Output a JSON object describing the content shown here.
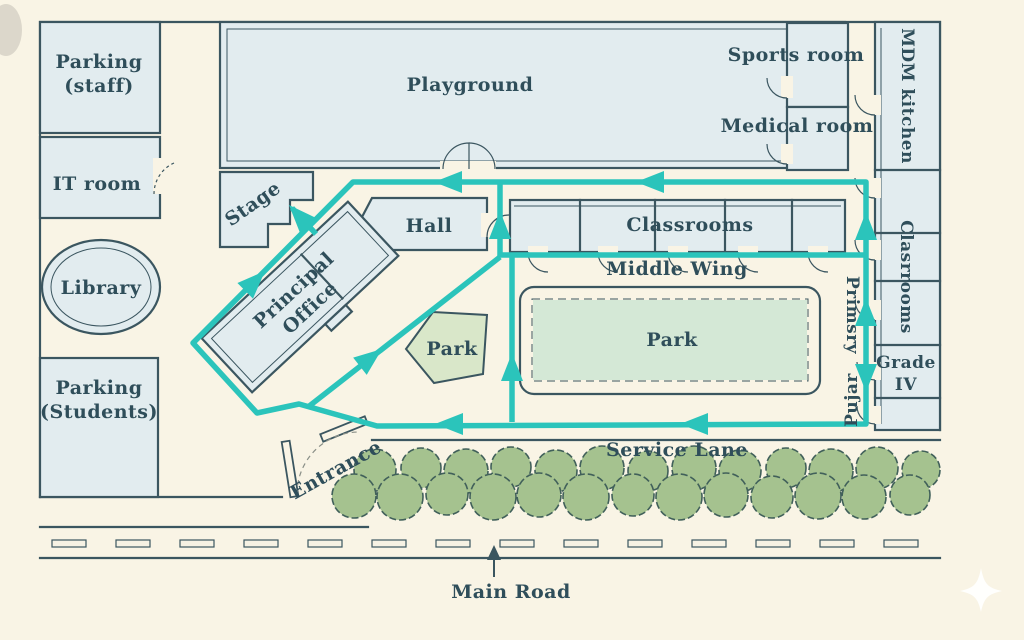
{
  "map_type": "school-campus-plan",
  "colors": {
    "background": "#f9f4e5",
    "room_fill": "#e2ecef",
    "wall": "#3b5660",
    "text": "#2f4e5a",
    "route_accent": "#2bc4bb",
    "park_green": "#d4e8d6",
    "small_park_green": "#d9e7c9",
    "tree_green": "#a5c28f"
  },
  "areas": {
    "parking_staff": {
      "line1": "Parking",
      "line2": "(staff)"
    },
    "it_room": {
      "label": "IT room"
    },
    "library": {
      "label": "Library"
    },
    "parking_students": {
      "line1": "Parking",
      "line2": "(Students)"
    },
    "playground": {
      "label": "Playground"
    },
    "stage": {
      "label": "Stage"
    },
    "hall": {
      "label": "Hall"
    },
    "principal_office": {
      "line1": "Principal",
      "line2": "Office"
    },
    "sports_room": {
      "label": "Sports room"
    },
    "medical_room": {
      "label": "Medical room"
    },
    "mdm_kitchen": {
      "label": "MDM kitchen"
    },
    "classrooms_middle": {
      "label": "Classrooms"
    },
    "middle_wing": {
      "label": "Middle Wing"
    },
    "park_small": {
      "label": "Park"
    },
    "park_large": {
      "label": "Park"
    },
    "classrooms_right": {
      "label": "Clasrrooms"
    },
    "primary_wing": {
      "word1": "Primsry",
      "word2": "Pujar"
    },
    "grade_iv": {
      "line1": "Grade",
      "line2": "IV"
    },
    "service_lane": {
      "label": "Service Lane"
    },
    "entrance": {
      "label": "Entrance"
    },
    "main_road": {
      "label": "Main Road"
    }
  }
}
